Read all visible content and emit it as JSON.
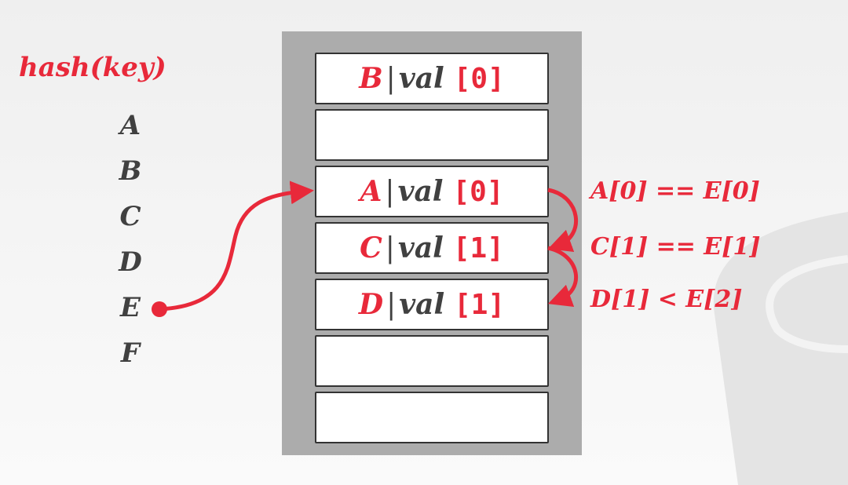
{
  "title": "hash(key)",
  "keys": [
    "A",
    "B",
    "C",
    "D",
    "E",
    "F"
  ],
  "slots": [
    {
      "key": "B",
      "sep": "|",
      "val": "val",
      "index": "[0]"
    },
    null,
    {
      "key": "A",
      "sep": "|",
      "val": "val",
      "index": "[0]"
    },
    {
      "key": "C",
      "sep": "|",
      "val": "val",
      "index": "[1]"
    },
    {
      "key": "D",
      "sep": "|",
      "val": "val",
      "index": "[1]"
    },
    null,
    null
  ],
  "comparisons": [
    "A[0] == E[0]",
    "C[1] == E[1]",
    "D[1] < E[2]"
  ],
  "colors": {
    "accent": "#e8293a",
    "text": "#404040",
    "panel": "#acacac"
  }
}
